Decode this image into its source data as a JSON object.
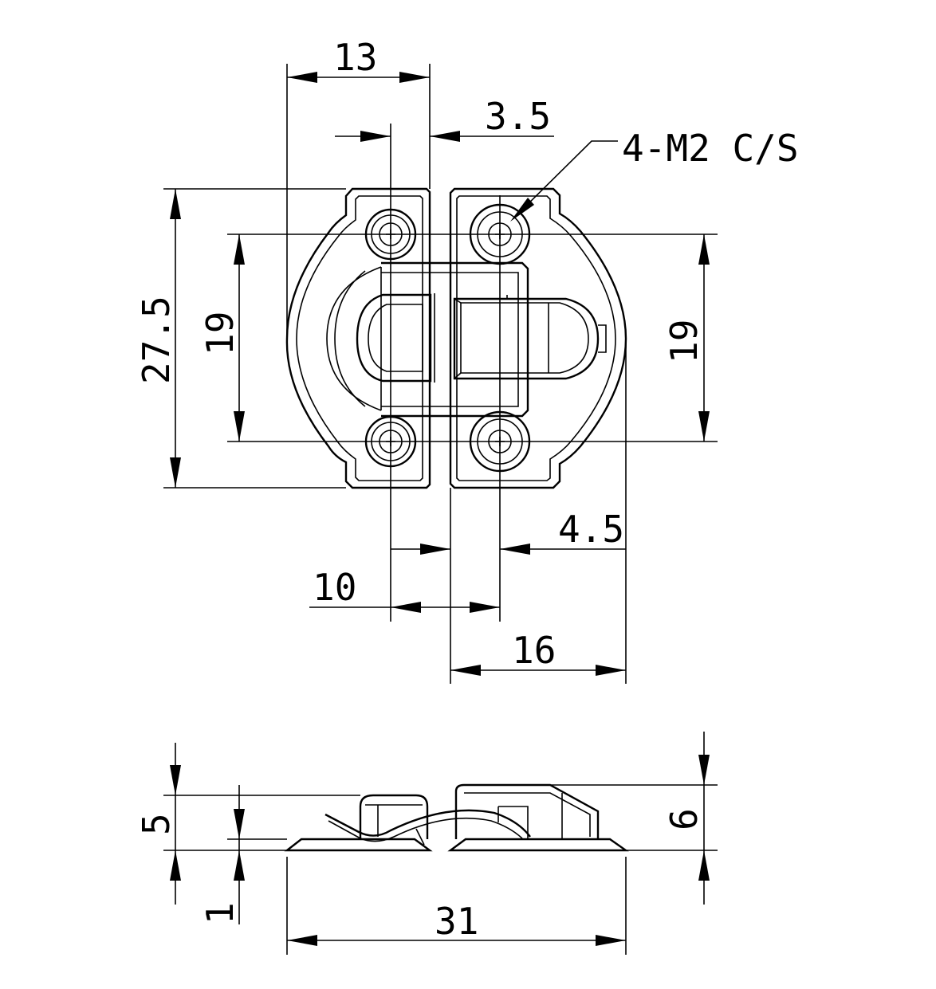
{
  "drawing": {
    "top_view": {
      "dimensions": {
        "width_13": "13",
        "offset_3_5": "3.5",
        "screw_note": "4-M2 C/S",
        "height_27_5": "27.5",
        "pitch_left_19": "19",
        "pitch_right_19": "19",
        "offset_4_5": "4.5",
        "pitch_10": "10",
        "width_16": "16"
      }
    },
    "side_view": {
      "dimensions": {
        "height_5": "5",
        "base_1": "1",
        "height_6": "6",
        "length_31": "31"
      }
    }
  }
}
